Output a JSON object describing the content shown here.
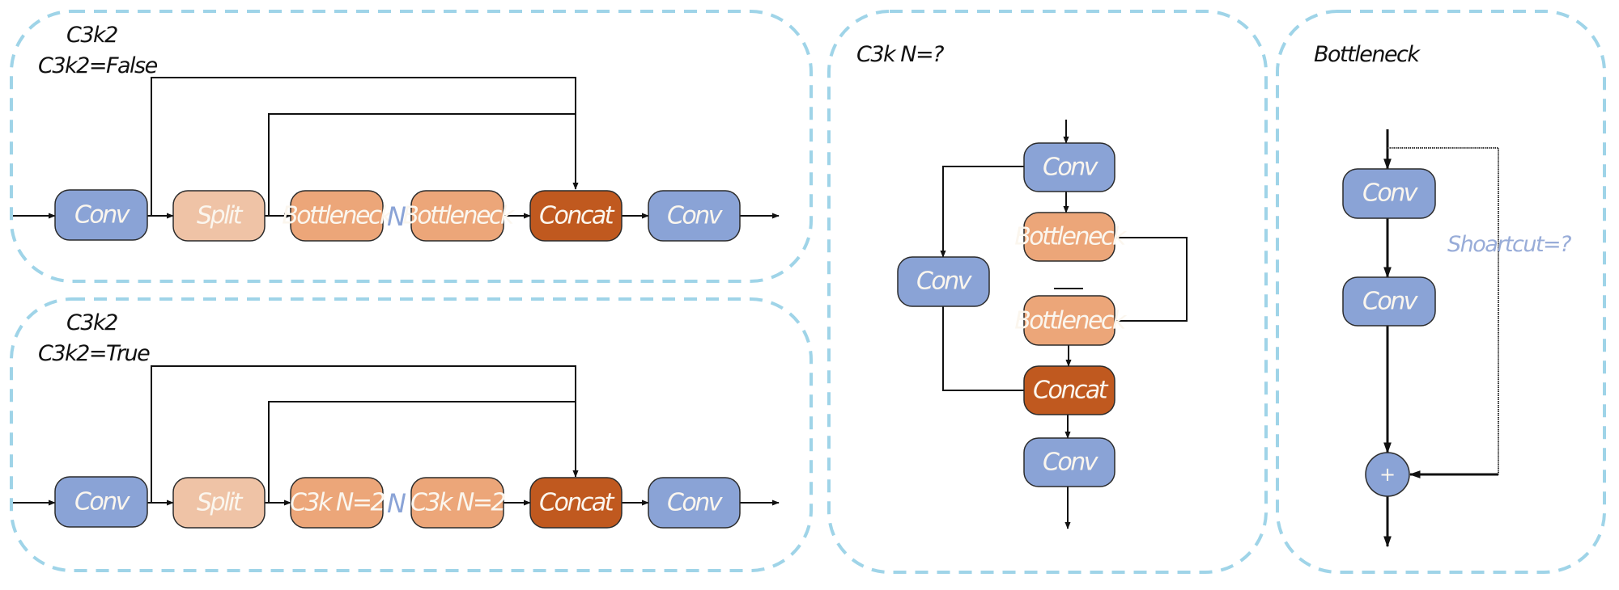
{
  "colors": {
    "conv": "#8aa3d6",
    "split": "#efc3a6",
    "bottleneck": "#eca679",
    "concat": "#c0591f",
    "panel_border": "#9fd4e8",
    "n_label": "#8aa3d6"
  },
  "panels": {
    "c3k2_false": {
      "title": "C3k2",
      "subtitle": "C3k2=False",
      "blocks": [
        "Conv",
        "Split",
        "Bottleneck",
        "Bottleneck",
        "Concat",
        "Conv"
      ],
      "repeat_label": "N"
    },
    "c3k2_true": {
      "title": "C3k2",
      "subtitle": "C3k2=True",
      "blocks": [
        "Conv",
        "Split",
        "C3k N=2",
        "C3k N=2",
        "Concat",
        "Conv"
      ],
      "repeat_label": "N"
    },
    "c3k": {
      "title": "C3k  N=?",
      "blocks": {
        "conv_top": "Conv",
        "bottleneck_1": "Bottleneck",
        "conv_side": "Conv",
        "bottleneck_2": "Bottleneck",
        "concat": "Concat",
        "conv_out": "Conv"
      },
      "ellipsis": "—"
    },
    "bottleneck": {
      "title": "Bottleneck",
      "blocks": {
        "conv_1": "Conv",
        "conv_2": "Conv"
      },
      "add_symbol": "+",
      "shortcut_label": "Shoartcut=?"
    }
  }
}
